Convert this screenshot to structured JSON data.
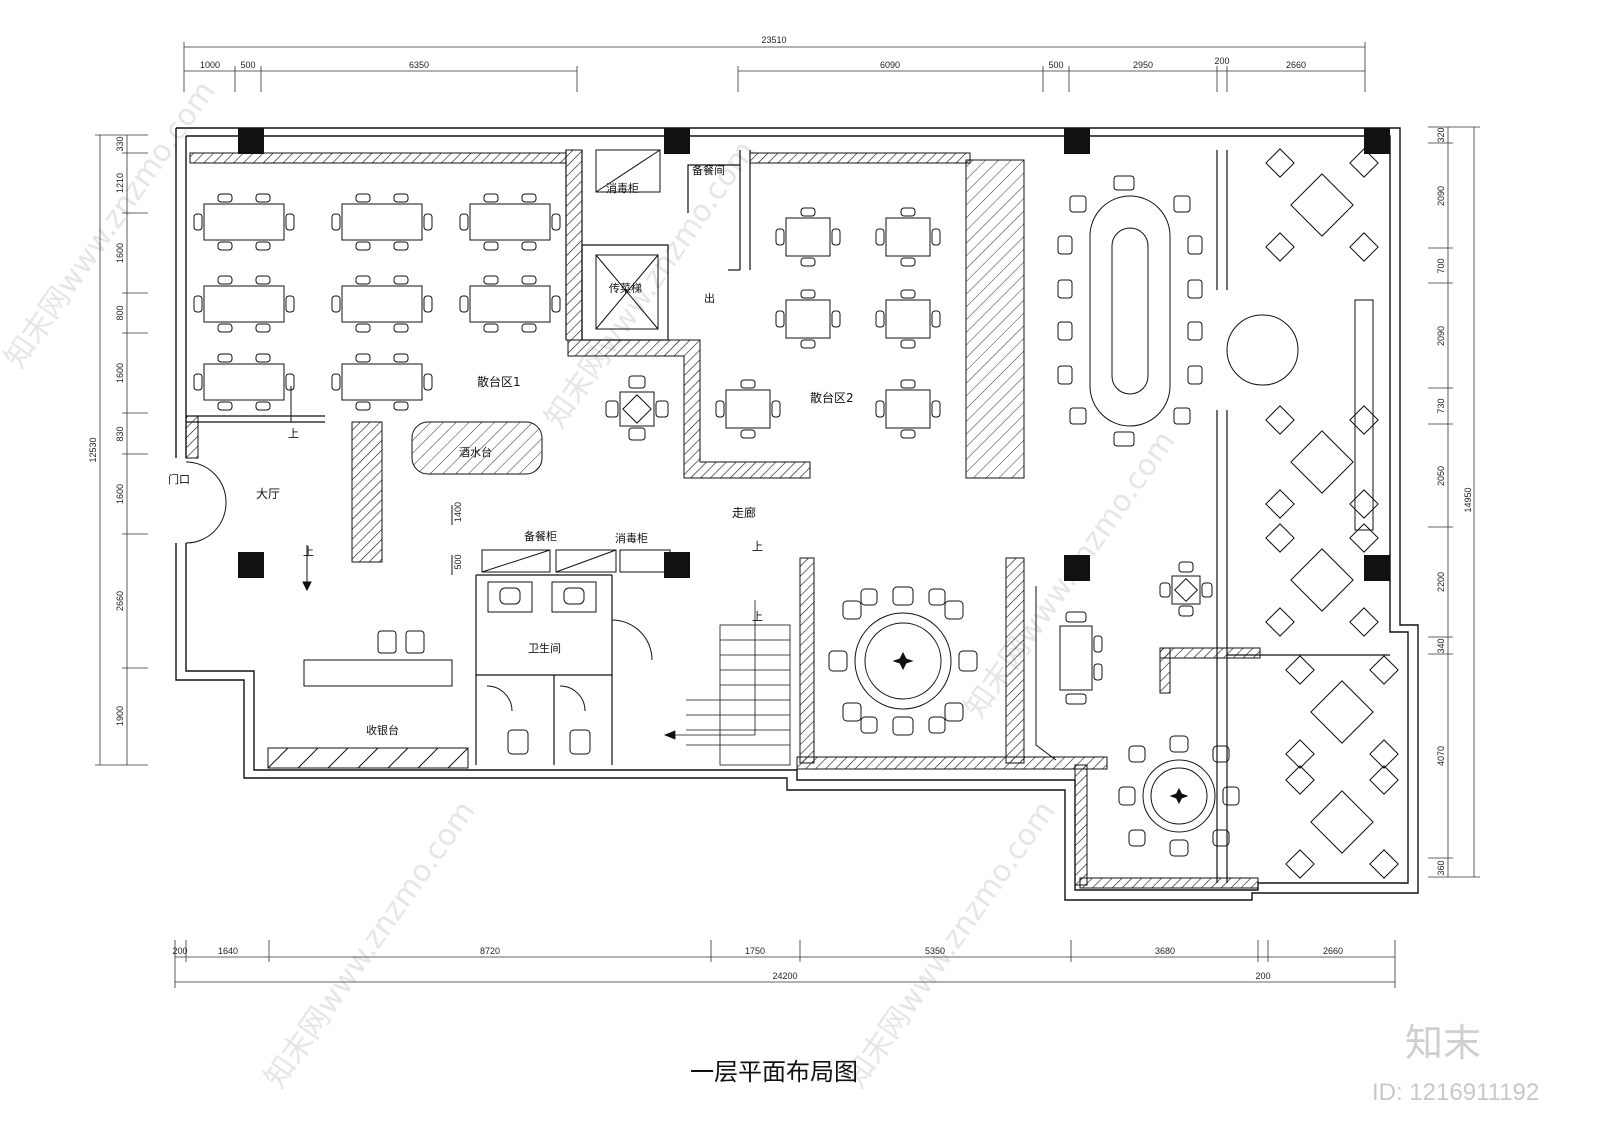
{
  "title": "一层平面布局图",
  "rooms": {
    "dining_area_1": "散台区1",
    "dining_area_2": "散台区2",
    "disinfection_cabinet_top": "消毒柜",
    "pantry": "备餐间",
    "dumbwaiter": "传菜梯",
    "exit": "出",
    "entrance": "门口",
    "lobby": "大厅",
    "drinks_counter": "酒水台",
    "corridor": "走廊",
    "serving_cabinet": "备餐柜",
    "disinfection_cabinet_bottom": "消毒柜",
    "restroom": "卫生间",
    "cashier": "收银台",
    "up_1": "上",
    "up_2": "上",
    "up_3": "上",
    "up_4": "上"
  },
  "dimensions": {
    "top_total": "23510",
    "top": [
      "1000",
      "500",
      "6350",
      "6090",
      "500",
      "2950",
      "200",
      "2660"
    ],
    "bottom_total": "24200",
    "bottom": [
      "200",
      "1640",
      "8720",
      "1750",
      "5350",
      "3680",
      "2660"
    ],
    "bottom_extra": "200",
    "left_total": "12530",
    "left": [
      "330",
      "1210",
      "1600",
      "800",
      "1600",
      "830",
      "1600",
      "2660",
      "1900"
    ],
    "right_total": "14950",
    "right": [
      "320",
      "2090",
      "700",
      "2090",
      "730",
      "2050",
      "2200",
      "340",
      "4070",
      "360"
    ],
    "inner_1400": "1400",
    "inner_500": "500"
  },
  "watermark": {
    "brand": "知末",
    "id": "ID: 1216911192",
    "site": "知末网www.znzmo.com"
  }
}
